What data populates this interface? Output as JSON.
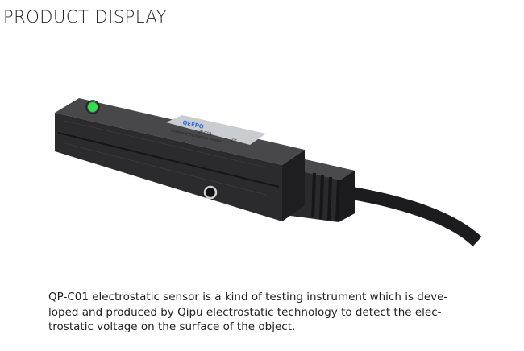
{
  "header": {
    "title": "PRODUCT DISPLAY"
  },
  "product": {
    "label_brand": "QEEPO",
    "label_model": "QP-C01",
    "label_subtitle": "Intelligent Electrostatic Sensor",
    "label_mark": "CE",
    "colors": {
      "body": "#2b2b2d",
      "led": "#2ee04a",
      "label": "#c9ccd0",
      "brand": "#2a6fd8"
    }
  },
  "description": {
    "lines": [
      "QP-C01 electrostatic sensor is a kind of testing instrument which is deve-",
      "loped and produced by Qipu electrostatic technology to detect the elec-",
      "trostatic voltage on the surface of the object."
    ]
  }
}
